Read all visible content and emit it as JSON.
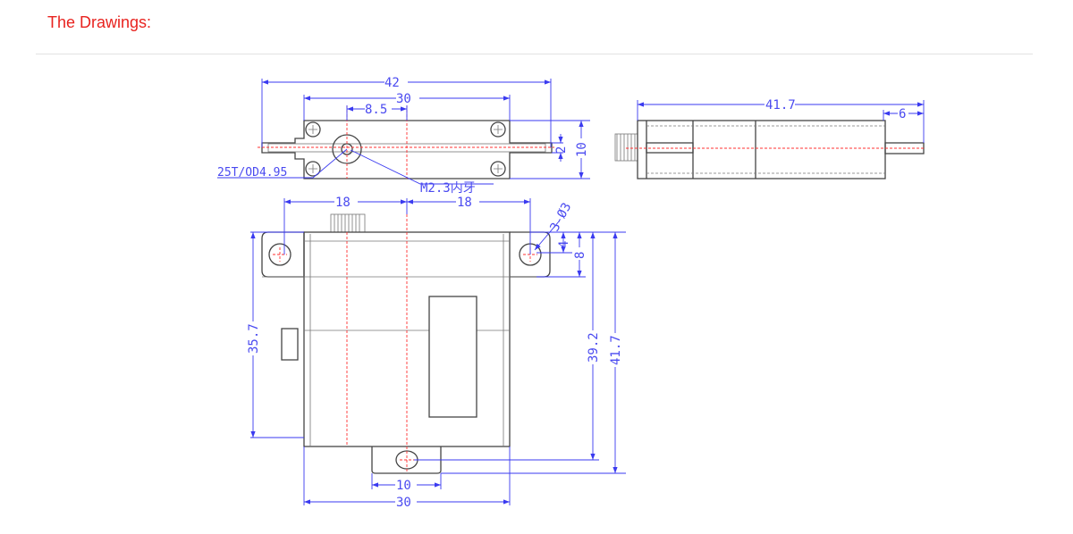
{
  "heading": "The Drawings:",
  "drawing": {
    "top_view": {
      "dim_overall_width": "42",
      "dim_mount_spacing": "30",
      "dim_shaft_offset": "8.5",
      "dim_tab_thickness": "2",
      "dim_body_thickness": "10",
      "label_spline": "25T/OD4.95",
      "label_thread": "M2.3内牙"
    },
    "front_view": {
      "dim_left_hole": "18",
      "dim_right_hole": "18",
      "label_holes": "3-Ø3",
      "dim_hole_offset": "4",
      "dim_flange_height": "8",
      "dim_body_height": "35.7",
      "dim_hole_to_bottom_hole": "39.2",
      "dim_total_height": "41.7",
      "dim_bottom_tab": "10",
      "dim_body_width": "30"
    },
    "side_view": {
      "dim_total_length": "41.7",
      "dim_shaft_length": "6"
    }
  }
}
